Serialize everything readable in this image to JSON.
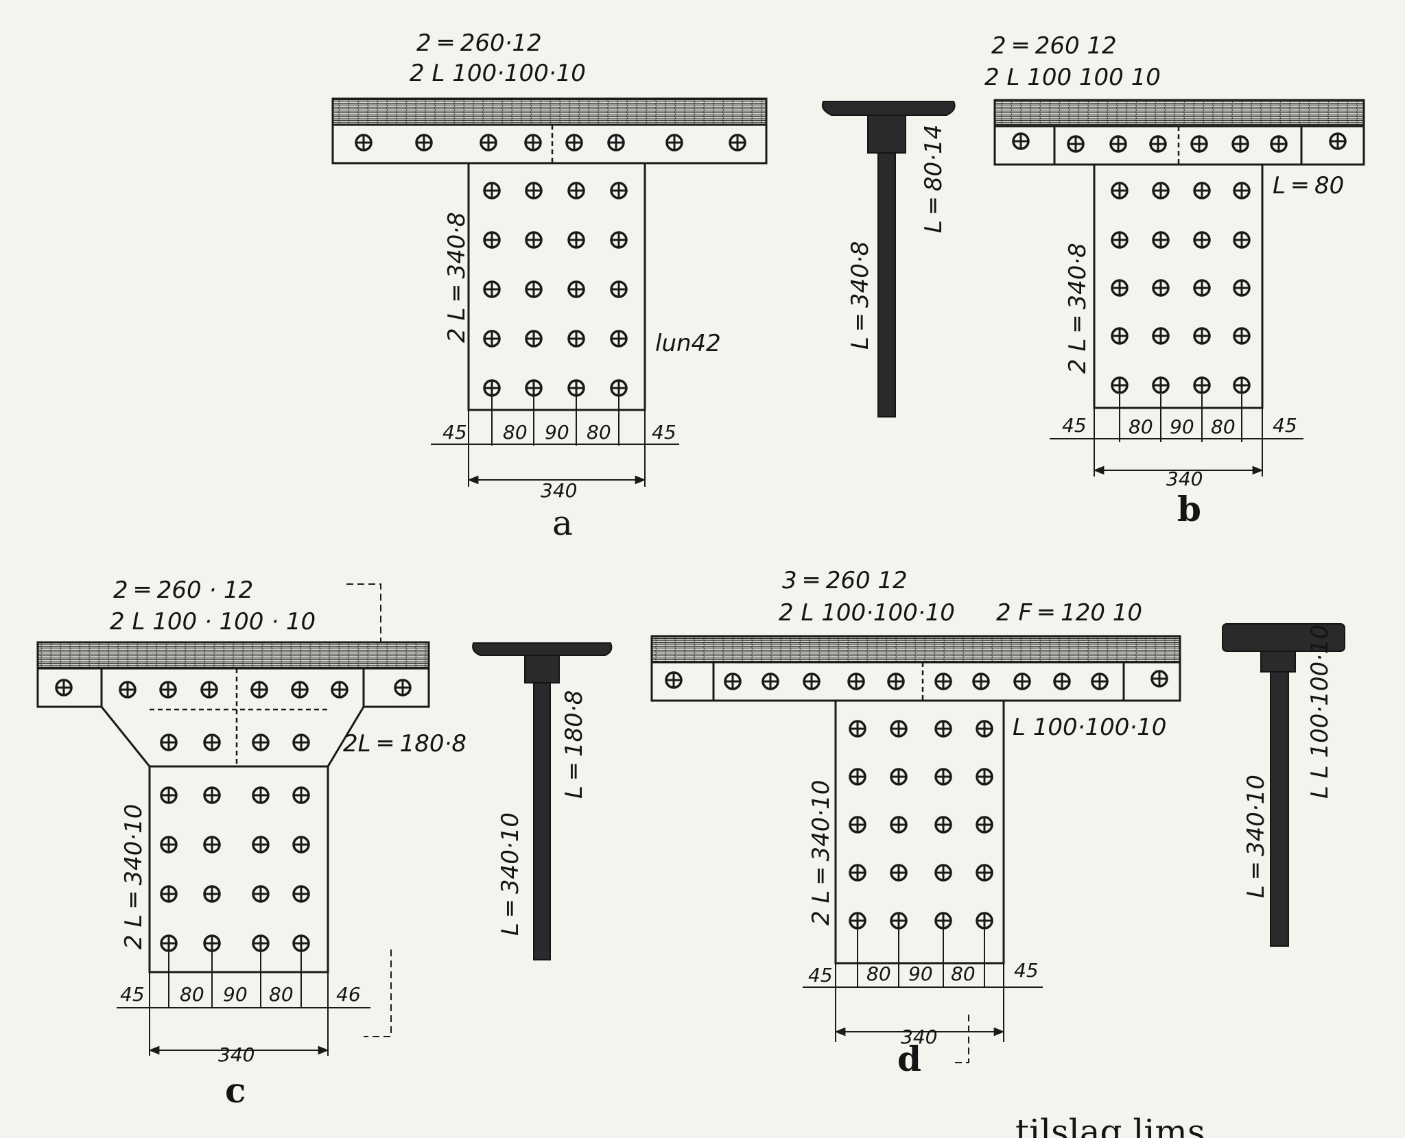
{
  "figure_a": {
    "label_flange_1": "2 ═ 260·12",
    "label_flange_2": "2 L 100·100·10",
    "label_web": "2 L ═ 340·8",
    "label_side": "lun42",
    "dims": [
      "45",
      "80",
      "90",
      "80",
      "45"
    ],
    "dim_total": "340",
    "letter": "a"
  },
  "section_a": {
    "label_left": "L ═ 340·8",
    "label_right": "L ═ 80·14"
  },
  "figure_b": {
    "label_flange_1": "2 ═ 260 12",
    "label_flange_2": "2 L 100 100 10",
    "label_side": "L ═ 80",
    "label_web": "2 L ═ 340·8",
    "dims": [
      "45",
      "80",
      "90",
      "80",
      "45"
    ],
    "dim_total": "340",
    "letter": "b"
  },
  "figure_c": {
    "label_flange_1": "2 ═ 260 · 12",
    "label_flange_2": "2 L 100 · 100 · 10",
    "label_gusset": "2L ═ 180·8",
    "label_web": "2 L ═ 340·10",
    "dims": [
      "45",
      "80",
      "90",
      "80",
      "46"
    ],
    "dim_total": "340",
    "letter": "c"
  },
  "section_c": {
    "label_left": "L ═ 340·10",
    "label_right": "L ═ 180·8"
  },
  "figure_d": {
    "label_flange_1": "3 ═ 260 12",
    "label_flange_2": "2 L 100·100·10",
    "label_flange_3": "2 F ═ 120 10",
    "label_side": "L 100·100·10",
    "label_web": "2 L ═ 340·10",
    "dims": [
      "45",
      "80",
      "90",
      "80",
      "45"
    ],
    "dim_total": "340",
    "letter": "d"
  },
  "section_d": {
    "label_left": "L ═ 340·10",
    "label_right": "L L 100·100·10"
  },
  "caption": "tilslag lims"
}
